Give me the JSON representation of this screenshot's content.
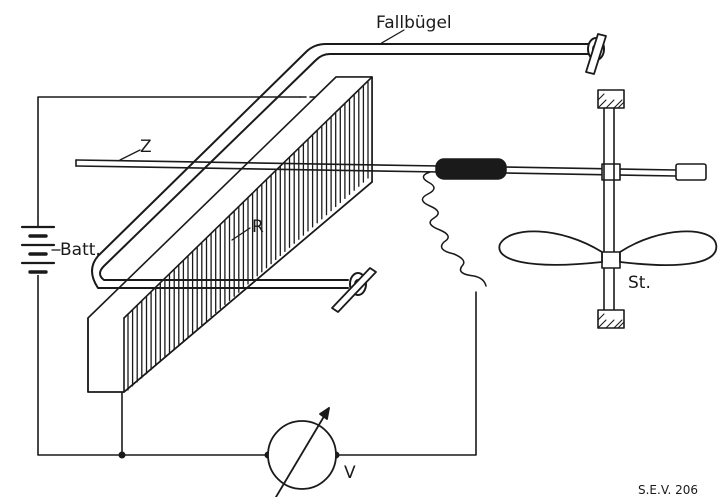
{
  "diagram": {
    "labels": {
      "fallbuegel": "Fallbügel",
      "z": "Z",
      "batt": "Batt.",
      "r": "R",
      "st": "St.",
      "v": "V",
      "ref": "S.E.V. 206"
    },
    "colors": {
      "ink": "#1a1a1a",
      "paper": "#ffffff"
    }
  }
}
